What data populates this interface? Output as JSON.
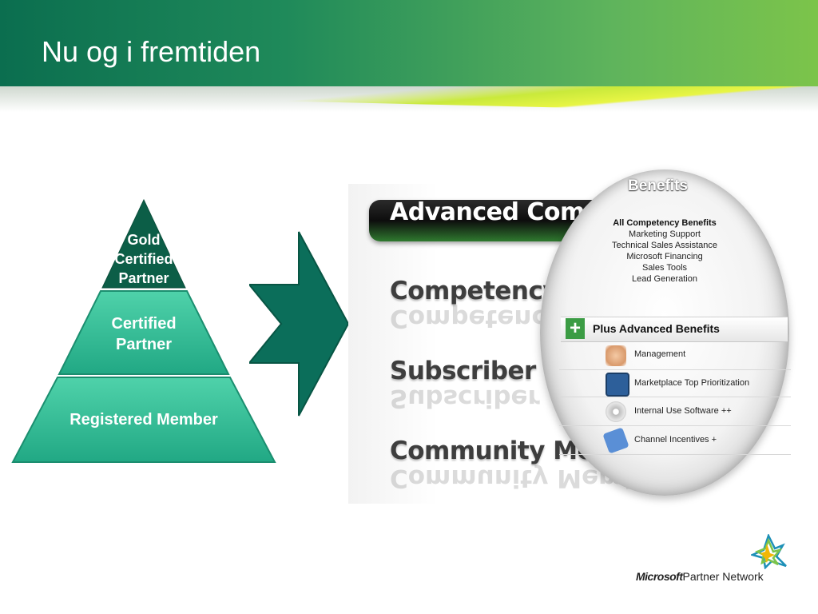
{
  "slide": {
    "title": "Nu og i fremtiden"
  },
  "pyramid": {
    "top": "Gold Certified Partner",
    "middle": "Certified Partner",
    "bottom": "Registered Member"
  },
  "levels": {
    "advanced": "Advanced Competency",
    "competency": "Competency",
    "subscriber": "Subscriber",
    "community": "Community Member"
  },
  "lens": {
    "benefits_title": "Benefits",
    "all_header": "All Competency Benefits",
    "all_items": [
      "Marketing Support",
      "Technical Sales Assistance",
      "Microsoft Financing",
      "Sales Tools",
      "Lead Generation"
    ],
    "plus_label": "Plus Advanced Benefits",
    "benefits": [
      {
        "label": "Management",
        "icon": "handshake-icon"
      },
      {
        "label": "Marketplace Top Prioritization",
        "icon": "monitor-icon"
      },
      {
        "label": "Internal Use Software ++",
        "icon": "disc-icon"
      },
      {
        "label": "Channel Incentives +",
        "icon": "tag-icon"
      }
    ]
  },
  "footer": {
    "brand_ms": "Microsoft",
    "brand_rest": "Partner Network"
  },
  "colors": {
    "header_dark": "#0b6e4f",
    "header_light": "#7cc44a",
    "pyramid": "#2bbf96",
    "arrow": "#0b6e4f"
  }
}
